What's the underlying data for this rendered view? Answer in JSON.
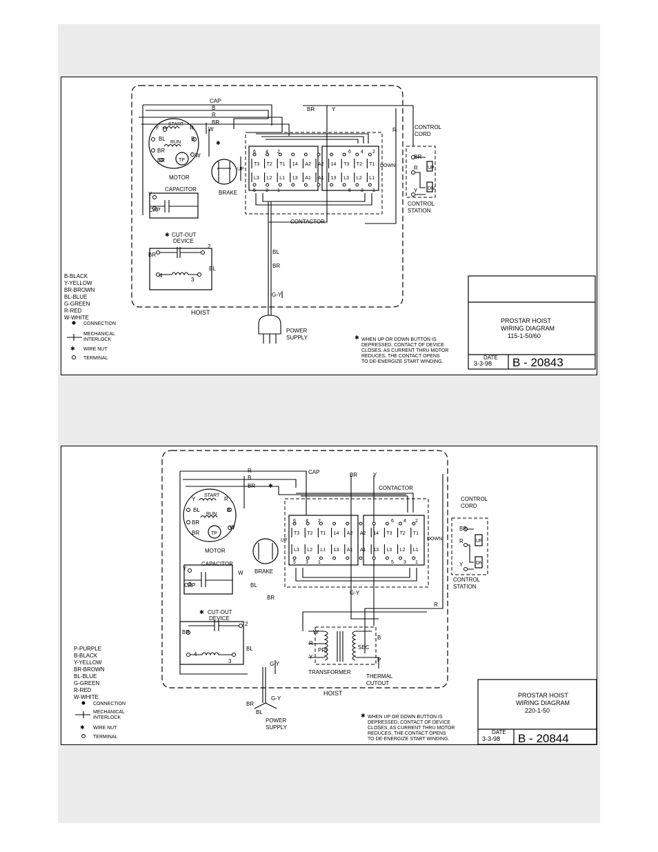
{
  "diagram1": {
    "top_labels": {
      "cap": "CAP",
      "b": "B",
      "r": "R",
      "br": "BR",
      "br2": "BR",
      "y": "Y",
      "r_right": "R"
    },
    "motor": {
      "label": "MOTOR",
      "start": "START",
      "run": "RUN",
      "tp": "TP",
      "y": "Y",
      "r": "R",
      "bl": "BL",
      "b": "B",
      "br": "BR",
      "br2": "BR",
      "w": "W"
    },
    "capacitor": {
      "label": "CAPACITOR",
      "y": "Y",
      "cap": "CAP"
    },
    "brake": {
      "label": "BRAKE",
      "w": "W"
    },
    "contactor": {
      "label": "CONTACTOR",
      "up": "UP",
      "down": "DOWN",
      "top_numbers": [
        "6",
        "4",
        "2",
        "6",
        "4",
        "2"
      ],
      "t_labels": [
        "T3",
        "T2",
        "T1",
        "14",
        "A2",
        "A2",
        "14",
        "T3",
        "T2",
        "T1"
      ],
      "l_labels": [
        "L3",
        "L2",
        "L1",
        "13",
        "A1",
        "A1",
        "13",
        "L3",
        "L2",
        "L1"
      ],
      "bottom_numbers": [
        "5",
        "3",
        "1",
        "5",
        "3",
        "1"
      ]
    },
    "control": {
      "cord": [
        "CONTROL",
        "CORD"
      ],
      "station": [
        "CONTROL",
        "STATION"
      ],
      "br": "BR",
      "r": "R",
      "y": "Y",
      "up": "UP",
      "dn": "DN"
    },
    "cutout": {
      "title": [
        "CUT-OUT",
        "DEVICE"
      ],
      "asterisk": "✱",
      "br": "BR",
      "n2": "2",
      "n4": "4",
      "n3": "3",
      "bl": "BL"
    },
    "wires": {
      "bl": "BL",
      "br": "BR",
      "gy": "G-Y"
    },
    "hoist": "HOIST",
    "power_supply": [
      "POWER",
      "SUPPLY"
    ],
    "legend_colors": [
      "B-BLACK",
      "Y-YELLOW",
      "BR-BROWN",
      "BL-BLUE",
      "G-GREEN",
      "R-RED",
      "W-WHITE"
    ],
    "legend_symbols": [
      "CONNECTION",
      "MECHANICAL",
      "INTERLOCK",
      "WIRE NUT",
      "TERMINAL"
    ],
    "note": [
      "WHEN UP OR DOWN BUTTON IS",
      "DEPRESSED, CONTACT OF DEVICE",
      "CLOSES. AS CURRENT THRU MOTOR",
      "REDUCES, THE CONTACT OPENS",
      "TO DE-ENERGIZE START WINDING."
    ],
    "title_block": {
      "lines": [
        "PROSTAR HOIST",
        "WIRING DIAGRAM",
        "115-1-50/60"
      ],
      "date_label": "DATE",
      "date": "3-3-98",
      "number": "B - 20843"
    }
  },
  "diagram2": {
    "top_labels": {
      "r": "R",
      "b": "B",
      "br": "BR",
      "cap": "CAP",
      "br2": "BR",
      "y": "Y"
    },
    "motor": {
      "label": "MOTOR",
      "start": "START",
      "run": "RUN",
      "tp": "TP",
      "y": "Y",
      "r": "R",
      "bl": "BL",
      "b": "B",
      "br": "BR",
      "br2": "BR",
      "w": "W"
    },
    "capacitor": {
      "label": "CAPACITOR",
      "y": "Y",
      "cap": "CAP"
    },
    "brake": {
      "label": "BRAKE",
      "w": "W",
      "bl": "BL",
      "br": "BR"
    },
    "contactor": {
      "label": "CONTACTOR",
      "up": "UP",
      "down": "DOWN",
      "top_numbers": [
        "6",
        "4",
        "2",
        "6",
        "4",
        "2"
      ],
      "t_labels": [
        "T3",
        "T2",
        "T1",
        "14",
        "A2",
        "A2",
        "14",
        "T3",
        "T2",
        "T1"
      ],
      "l_labels": [
        "L3",
        "L2",
        "L1",
        "13",
        "A1",
        "A1",
        "13",
        "L3",
        "L2",
        "L1"
      ],
      "bottom_numbers": [
        "5",
        "3",
        "1",
        "5",
        "3",
        "1"
      ],
      "gy": "G-Y"
    },
    "control": {
      "cord": [
        "CONTROL",
        "CORD"
      ],
      "station": [
        "CONTROL",
        "STATION"
      ],
      "br": "BR",
      "r": "R",
      "y": "Y",
      "up": "UP",
      "dn": "DN"
    },
    "cutout": {
      "title": [
        "CUT-OUT",
        "DEVICE"
      ],
      "asterisk": "✱",
      "br": "BR",
      "n2": "2",
      "n4": "4",
      "n3": "3",
      "bl": "BL"
    },
    "transformer": {
      "label": "TRANSFORMER",
      "pri": "PRI",
      "sec": "SEC",
      "w": "W",
      "r": "R",
      "y": "Y",
      "b": "B",
      "p": "P",
      "r_right": "R"
    },
    "thermal": [
      "THERMAL",
      "CUTOUT"
    ],
    "wires": {
      "gy": "G-Y",
      "gy2": "G-Y",
      "br": "BR",
      "bl": "BL"
    },
    "hoist": "HOIST",
    "power_supply": [
      "POWER",
      "SUPPLY"
    ],
    "legend_colors": [
      "P-PURPLE",
      "B-BLACK",
      "Y-YELLOW",
      "BR-BROWN",
      "BL-BLUE",
      "G-GREEN",
      "R-RED",
      "W-WHITE"
    ],
    "legend_symbols": [
      "CONNECTION",
      "MECHANICAL",
      "INTERLOCK",
      "WIRE NUT",
      "TERMINAL"
    ],
    "note": [
      "WHEN UP OR DOWN BUTTON IS",
      "DEPRESSED, CONTACT OF DEVICE",
      "CLOSES, AS CURRENT THRU MOTOR",
      "REDUCES, THE CONTACT OPENS",
      "TO DE-ENERGIZE START WINDING."
    ],
    "title_block": {
      "lines": [
        "PROSTAR HOIST",
        "WIRING DIAGRAM",
        "220-1-50"
      ],
      "date_label": "DATE",
      "date": "3-3-98",
      "number": "B - 20844"
    }
  }
}
